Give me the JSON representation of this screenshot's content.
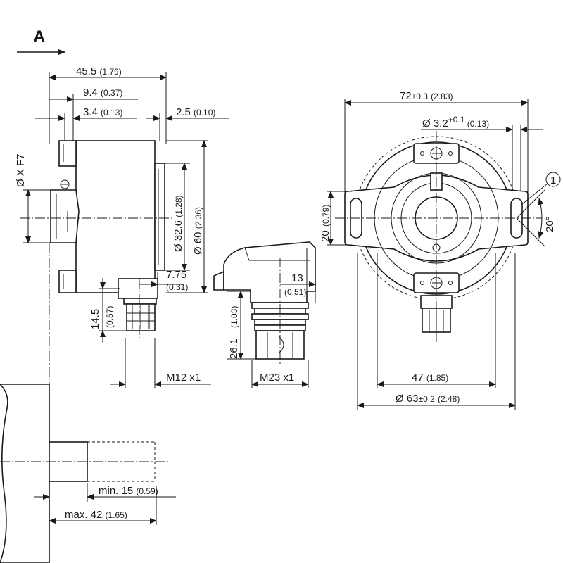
{
  "view_marker": "A",
  "side_view": {
    "dim_total_length": "45.5",
    "dim_total_length_in": "(1.79)",
    "dim_shaft_depth": "9.4",
    "dim_shaft_depth_in": "(0.37)",
    "dim_flange": "3.4",
    "dim_flange_in": "(0.13)",
    "dim_cap": "2.5",
    "dim_cap_in": "(0.10)",
    "dim_bore": "Ø X F7",
    "dim_inner_dia": "Ø 32.6",
    "dim_inner_dia_in": "(1.28)",
    "dim_outer_dia": "Ø 60",
    "dim_outer_dia_in": "(2.36)",
    "dim_connector_offset": "7.75",
    "dim_connector_offset_in": "(0.31)",
    "dim_connector_height": "14.5",
    "dim_connector_height_in": "(0.57)",
    "connector_thread": "M12 x1"
  },
  "connector_view": {
    "dim_offset": "13",
    "dim_offset_in": "(0.51)",
    "dim_height": "26.1",
    "dim_height_in": "(1.03)",
    "connector_thread": "M23 x1"
  },
  "front_view": {
    "dim_width": "72",
    "dim_width_tol": "±0.3",
    "dim_width_in": "(2.83)",
    "dim_slot": "Ø 3.2",
    "dim_slot_tol": "+0.1",
    "dim_slot_in": "(0.13)",
    "dim_slot_height": "20",
    "dim_slot_height_in": "(0.79)",
    "dim_angle": "20°",
    "callout": "1",
    "dim_inner": "47",
    "dim_inner_in": "(1.85)",
    "dim_outer": "Ø 63",
    "dim_outer_tol": "±0.2",
    "dim_outer_in": "(2.48)"
  },
  "shaft_view": {
    "dim_min": "min. 15",
    "dim_min_in": "(0.59)",
    "dim_max": "max. 42",
    "dim_max_in": "(1.65)"
  }
}
